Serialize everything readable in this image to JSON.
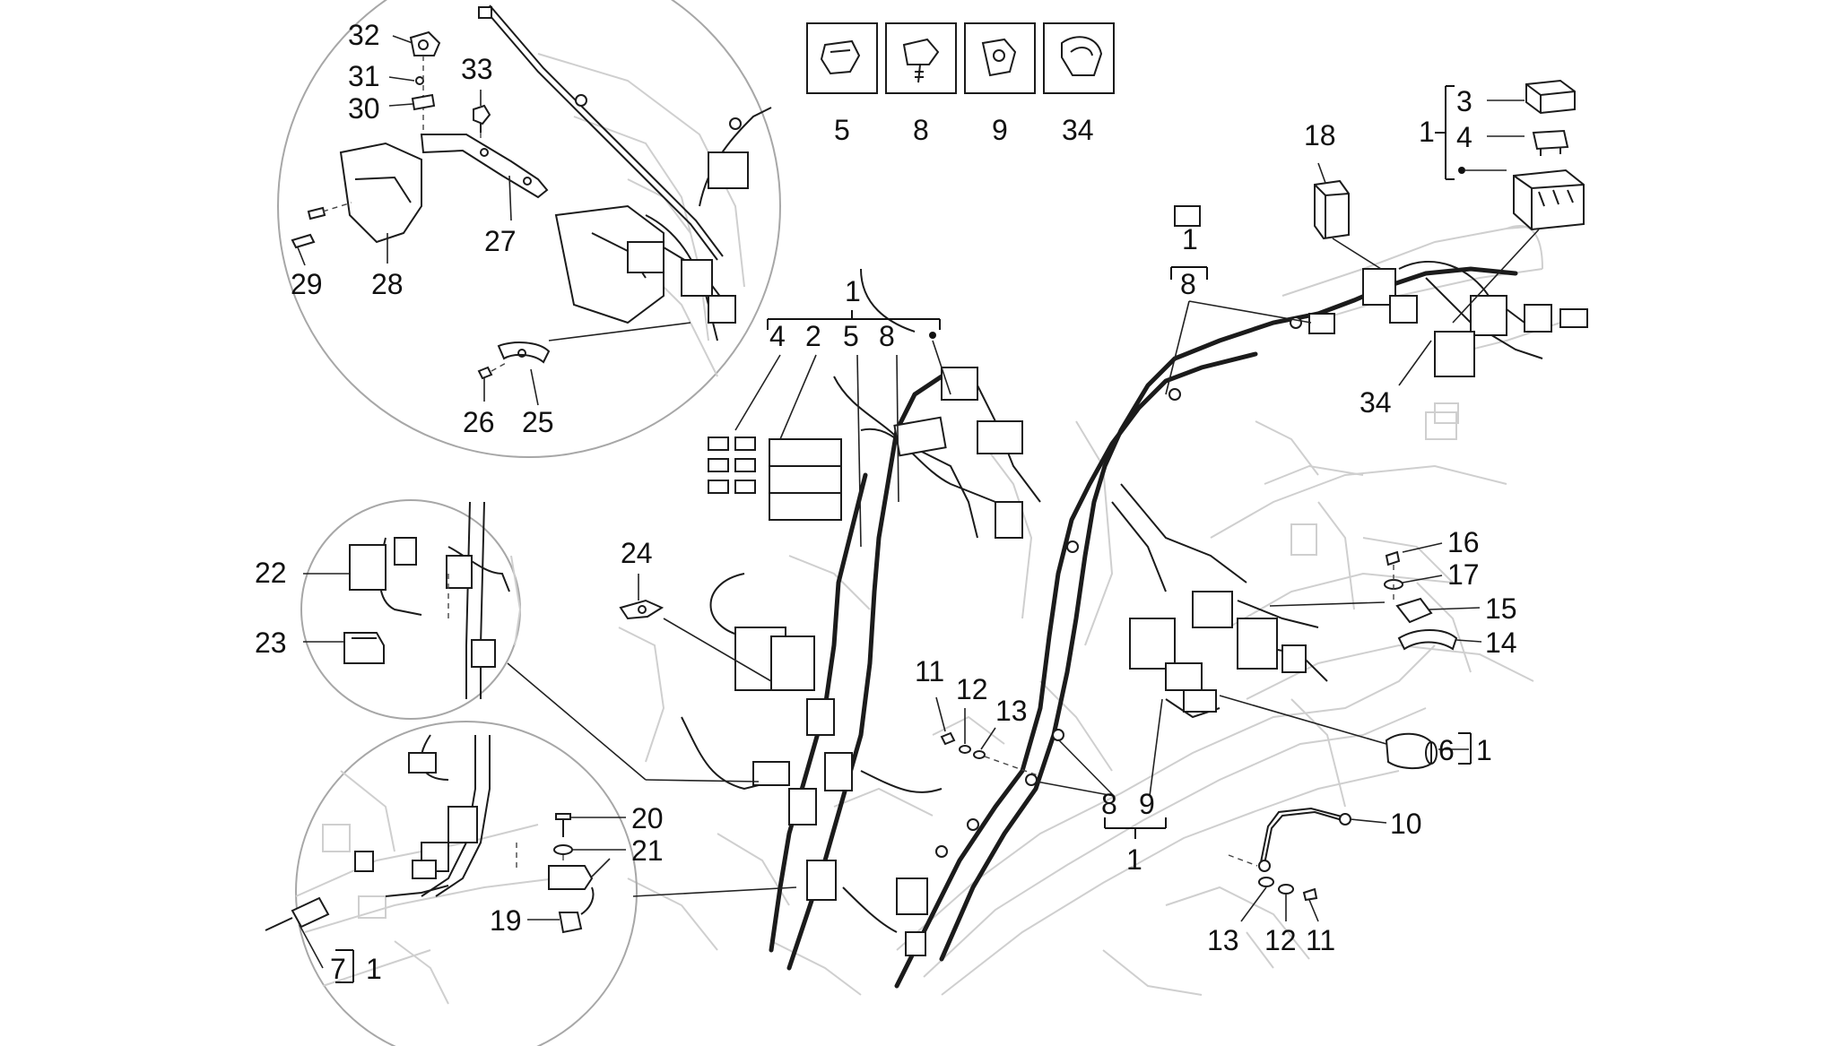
{
  "callouts": {
    "c32": "32",
    "c31": "31",
    "c30": "30",
    "c33": "33",
    "c27": "27",
    "c29": "29",
    "c28": "28",
    "c26": "26",
    "c25": "25",
    "c22": "22",
    "c23": "23",
    "c20": "20",
    "c21": "21",
    "c19": "19",
    "c7": "7",
    "c7b": "1",
    "c24": "24",
    "h1": "1",
    "h4": "4",
    "h2": "2",
    "h5": "5",
    "h8": "8",
    "k5": "5",
    "k8": "8",
    "k9": "9",
    "k34": "34",
    "r3": "3",
    "r4": "4",
    "r1": "1",
    "c18": "18",
    "m1": "1",
    "m8": "8",
    "c34": "34",
    "c16": "16",
    "c17": "17",
    "c15": "15",
    "c14": "14",
    "c6": "6",
    "c6b": "1",
    "c11a": "11",
    "c12a": "12",
    "c13a": "13",
    "b8": "8",
    "b9": "9",
    "b1": "1",
    "c10": "10",
    "c13b": "13",
    "c12b": "12",
    "c11b": "11"
  },
  "colors": {
    "ink": "#1b1b1b",
    "ghost": "#cfcfcf",
    "frame": "#a7a7a7"
  },
  "icons": [
    "wiring-harness",
    "scooter-frame",
    "fuse",
    "relay",
    "fuse-box",
    "cable-clip",
    "cable-tie",
    "bracket",
    "screw",
    "washer",
    "battery-lead"
  ]
}
